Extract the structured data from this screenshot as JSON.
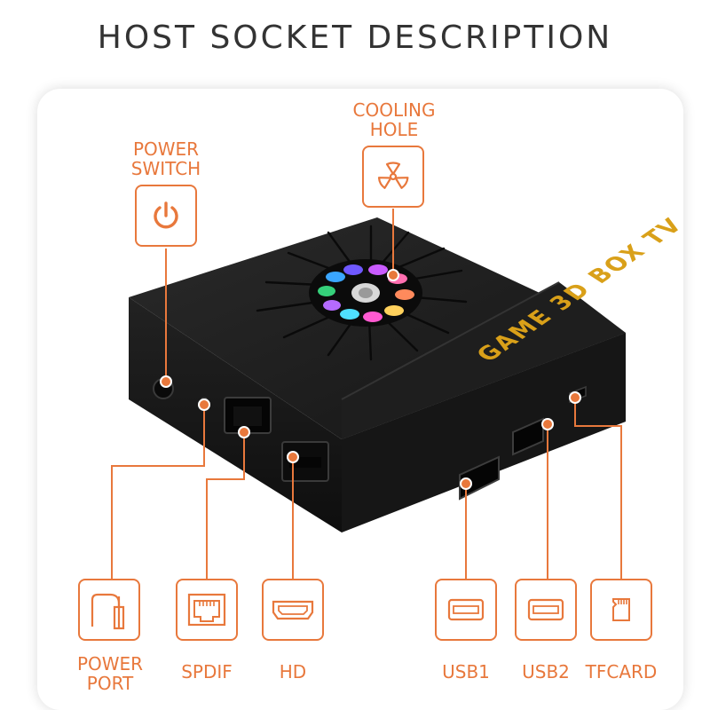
{
  "title": "HOST SOCKET DESCRIPTION",
  "accent_color": "#e8783c",
  "product": {
    "brand_text": "GAME 3D BOX TV",
    "body_color": "#1b1b1b"
  },
  "callouts": {
    "power_switch": {
      "line1": "POWER",
      "line2": "SWITCH",
      "icon": "power-icon"
    },
    "cooling_hole": {
      "line1": "COOLING",
      "line2": "HOLE",
      "icon": "fan-icon"
    },
    "power_port": {
      "line1": "POWER",
      "line2": "PORT",
      "icon": "dc-plug-icon"
    },
    "spdif": {
      "label": "SPDIF",
      "icon": "ethernet-port-icon"
    },
    "hd": {
      "label": "HD",
      "icon": "hdmi-port-icon"
    },
    "usb1": {
      "label": "USB1",
      "icon": "usb-port-icon"
    },
    "usb2": {
      "label": "USB2",
      "icon": "usb-port-icon"
    },
    "tfcard": {
      "label": "TFCARD",
      "icon": "sd-card-icon"
    }
  }
}
